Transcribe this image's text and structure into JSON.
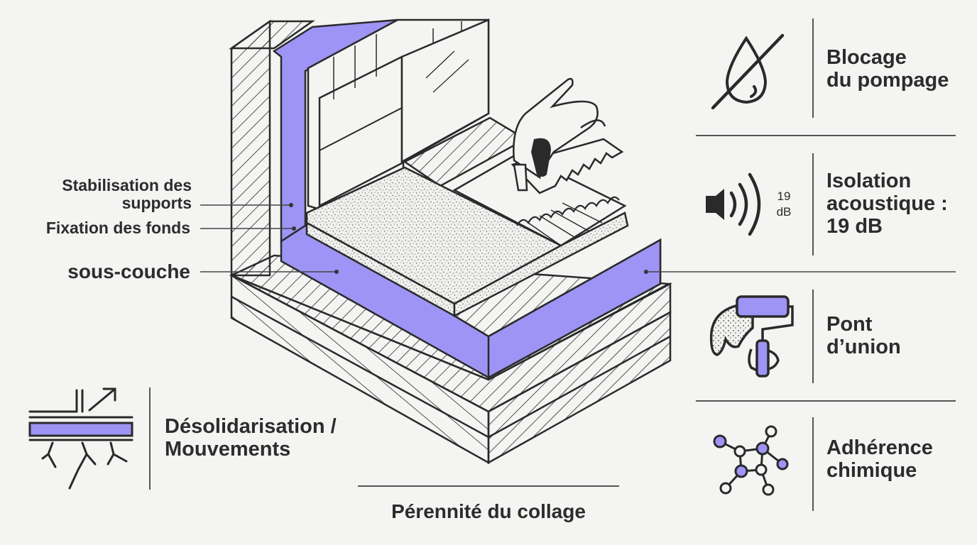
{
  "colors": {
    "accent": "#9d94f5",
    "line": "#2a2a2a",
    "background": "#f4f4f3"
  },
  "left_labels": {
    "stabilisation": "Stabilisation des supports",
    "fixation": "Fixation des fonds",
    "sous_couche": "sous-couche"
  },
  "features": {
    "blocage": {
      "line1": "Blocage",
      "line2": "du pompage",
      "icon": "no-water-drop-icon"
    },
    "isolation": {
      "line1": "Isolation",
      "line2": "acoustique :",
      "line3": "19 dB",
      "icon_text_top": "19",
      "icon_text_bottom": "dB",
      "icon": "speaker-sound-icon"
    },
    "pont": {
      "line1": "Pont",
      "line2": "d’union",
      "icon": "paint-roller-icon"
    },
    "adherence": {
      "line1": "Adhérence",
      "line2": "chimique",
      "icon": "molecule-icon"
    },
    "desolidarisation": {
      "line1": "Désolidarisation /",
      "line2": "Mouvements",
      "icon": "decoupling-layer-icon"
    }
  },
  "bottom_label": "Pérennité du collage"
}
